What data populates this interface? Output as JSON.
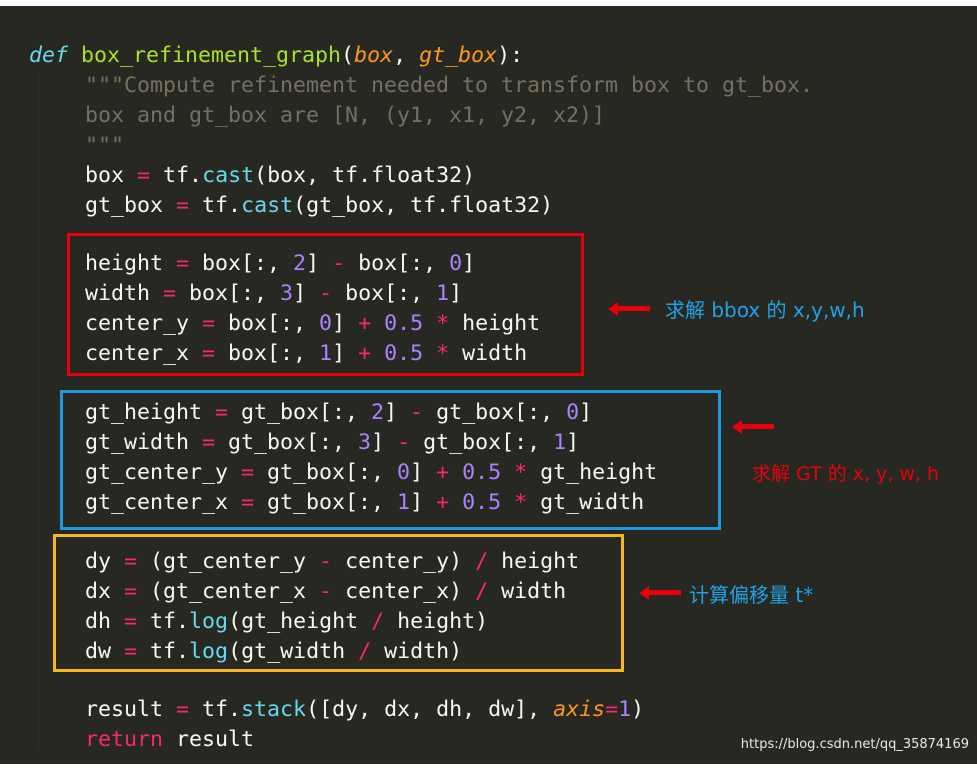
{
  "code": {
    "def_kw": "def",
    "func_name": "box_refinement_graph",
    "params": [
      "box",
      "gt_box"
    ],
    "docstring": [
      "\"\"\"Compute refinement needed to transform box to gt_box.",
      "box and gt_box are [N, (y1, x1, y2, x2)]",
      "\"\"\""
    ],
    "cast_lines": [
      {
        "target": "box",
        "arg": "box",
        "dtype": "tf.float32"
      },
      {
        "target": "gt_box",
        "arg": "gt_box",
        "dtype": "tf.float32"
      }
    ],
    "block1": [
      "height = box[:, 2] - box[:, 0]",
      "width = box[:, 3] - box[:, 1]",
      "center_y = box[:, 0] + 0.5 * height",
      "center_x = box[:, 1] + 0.5 * width"
    ],
    "block2": [
      "gt_height = gt_box[:, 2] - gt_box[:, 0]",
      "gt_width = gt_box[:, 3] - gt_box[:, 1]",
      "gt_center_y = gt_box[:, 0] + 0.5 * gt_height",
      "gt_center_x = gt_box[:, 1] + 0.5 * gt_width"
    ],
    "block3": [
      "dy = (gt_center_y - center_y) / height",
      "dx = (gt_center_x - center_x) / width",
      "dh = tf.log(gt_height / height)",
      "dw = tf.log(gt_width / width)"
    ],
    "result_line": "result = tf.stack([dy, dx, dh, dw], axis=1)",
    "return_kw": "return",
    "return_value": "result"
  },
  "annotations": {
    "bbox_note": "求解 bbox 的 x,y,w,h",
    "gt_note": "求解 GT 的 x, y, w, h",
    "offset_note": "计算偏移量  t*"
  },
  "watermark": "https://blog.csdn.net/qq_35874169",
  "colors": {
    "background": "#272822",
    "box_red": "#e8000b",
    "box_blue": "#1e9be0",
    "box_yellow": "#f5b81c",
    "note_blue": "#1fa3e8",
    "note_red": "#e8000b"
  }
}
